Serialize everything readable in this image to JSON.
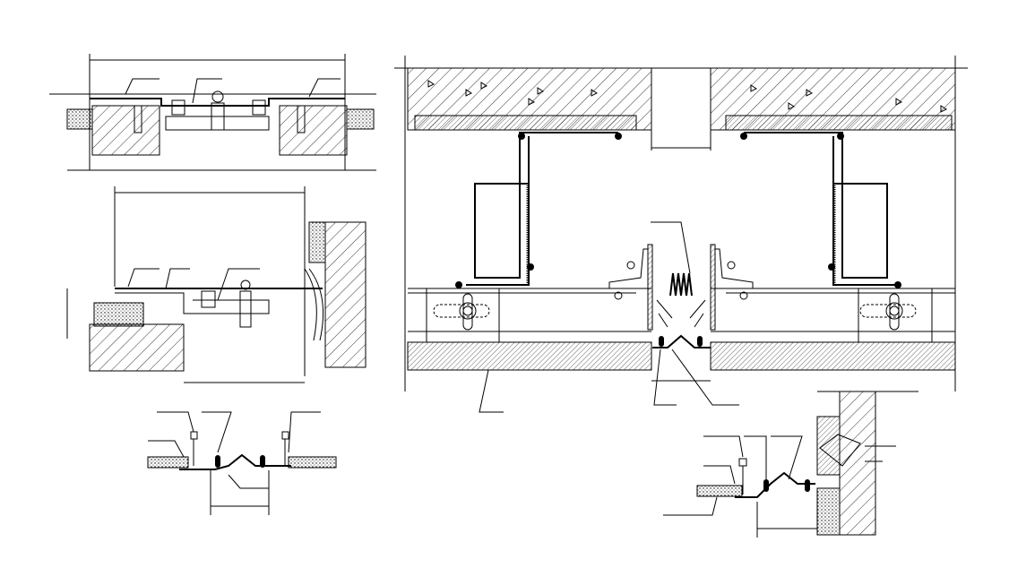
{
  "drawing": {
    "kind": "expansion joint construction details (CAD)",
    "colors": {
      "line": "#000000",
      "background": "#ffffff"
    },
    "views": [
      "floor-joint-section",
      "wall-floor-corner-section",
      "floor-cover-section",
      "main-roof-joint-section",
      "corner-cover-section"
    ]
  }
}
